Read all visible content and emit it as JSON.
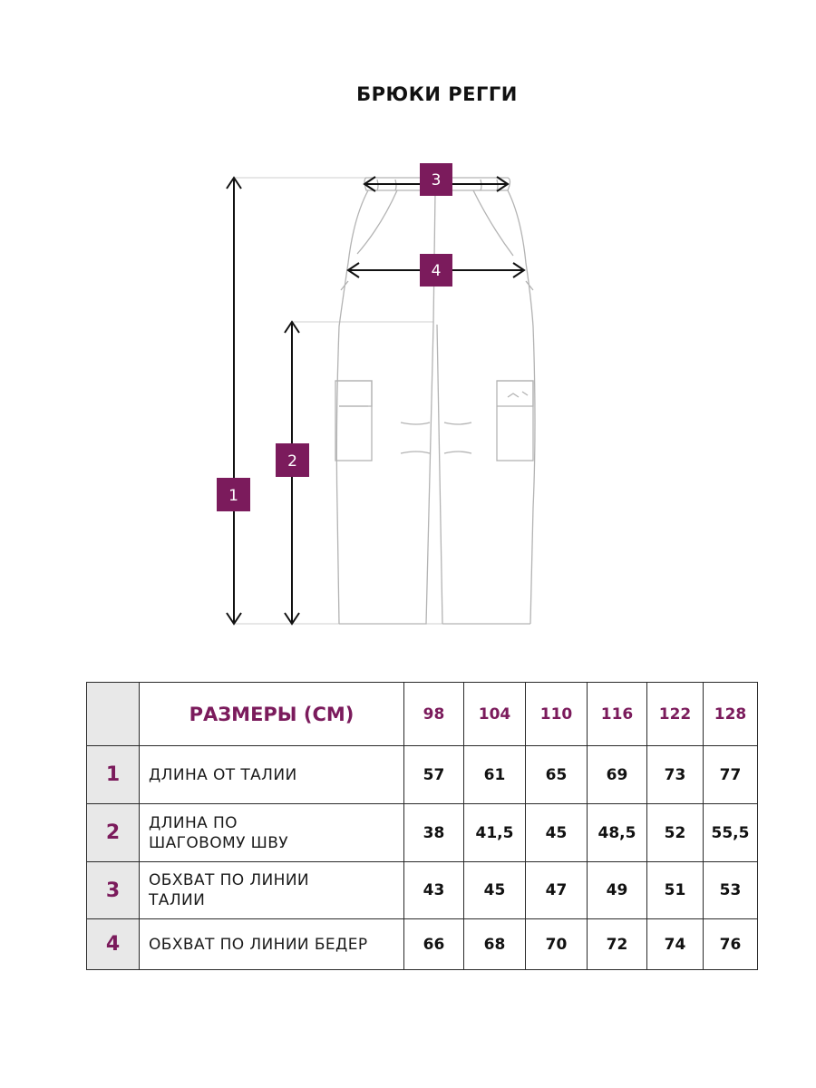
{
  "title": "БРЮКИ РЕГГИ",
  "accent_color": "#7b1b5c",
  "badges": {
    "length_waist": "1",
    "inseam": "2",
    "waist": "3",
    "hip": "4"
  },
  "table": {
    "header": "РАЗМЕРЫ (СМ)",
    "sizes": [
      "98",
      "104",
      "110",
      "116",
      "122",
      "128"
    ],
    "rows": [
      {
        "num": "1",
        "label": "ДЛИНА ОТ ТАЛИИ",
        "values": [
          "57",
          "61",
          "65",
          "69",
          "73",
          "77"
        ]
      },
      {
        "num": "2",
        "label_lines": [
          "ДЛИНА ПО",
          "ШАГОВОМУ ШВУ"
        ],
        "values": [
          "38",
          "41,5",
          "45",
          "48,5",
          "52",
          "55,5"
        ]
      },
      {
        "num": "3",
        "label_lines": [
          "ОБХВАТ ПО ЛИНИИ",
          "ТАЛИИ"
        ],
        "values": [
          "43",
          "45",
          "47",
          "49",
          "51",
          "53"
        ]
      },
      {
        "num": "4",
        "label": "ОБХВАТ ПО ЛИНИИ БЕДЕР",
        "values": [
          "66",
          "68",
          "70",
          "72",
          "74",
          "76"
        ]
      }
    ]
  }
}
